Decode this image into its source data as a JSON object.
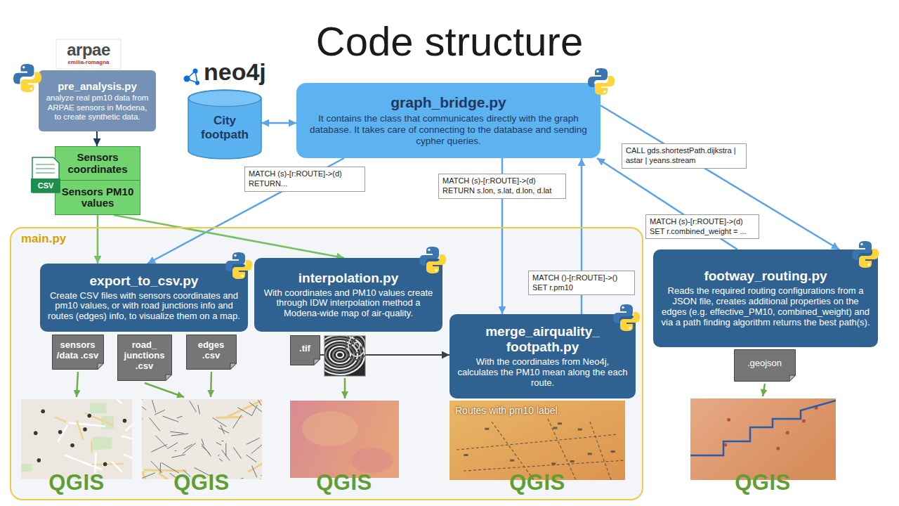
{
  "diagram": {
    "title": "Code structure",
    "nodes": [
      {
        "text": [
          "pre_analysis.py",
          "analyze real pm10 data from ARPAE sensors in Modena, to create synthetic data."
        ]
      },
      {
        "text": [
          "Sensors coordinates"
        ]
      },
      {
        "text": [
          "Sensors PM10 values"
        ]
      },
      {
        "text": [
          "City footpath"
        ]
      },
      {
        "text": [
          "graph_bridge.py",
          "It contains the class that communicates directly with the graph database. It takes care of connecting to the database and sending cypher queries."
        ]
      },
      {
        "text": [
          "main.py"
        ]
      },
      {
        "text": [
          "export_to_csv.py",
          "Create CSV files with sensors coordinates and pm10 values, or with road junctions info and routes (edges) info, to visualize them on a map."
        ],
        "in": 5
      },
      {
        "text": [
          "interpolation.py",
          "With coordinates and PM10 values create through IDW interpolation method a Modena-wide map of air-quality."
        ],
        "in": 5
      },
      {
        "text": [
          "merge_airquality_ footpath.py",
          "With the coordinates from Neo4j, calculates the PM10 mean along the each route."
        ],
        "in": 5
      },
      {
        "text": [
          "footway_routing.py",
          "Reads the required routing configurations from a JSON file, creates additional properties on the edges (e.g. effective_PM10, combined_weight) and via a path finding algorithm returns the best path(s)."
        ]
      },
      {
        "text": [
          "sensors /data .csv"
        ],
        "in": 5
      },
      {
        "text": [
          "road_ junctions .csv"
        ],
        "in": 5
      },
      {
        "text": [
          "edges .csv"
        ],
        "in": 5
      },
      {
        "text": [
          ".tif"
        ],
        "in": 5
      },
      {
        "text": [
          ".geojson"
        ]
      }
    ],
    "edges": [
      {
        "from": 0,
        "to": 1,
        "arrow": "to"
      },
      {
        "from": 3,
        "to": 4,
        "arrow": "both"
      },
      {
        "from": 4,
        "to": 6,
        "label": "MATCH (s)-[r:ROUTE]->(d) RETURN...",
        "arrow": "to"
      },
      {
        "from": 4,
        "to": 8,
        "label": "MATCH (s)-[r:ROUTE]->(d) RETURN s.lon, s.lat, d.lon, d.lat",
        "arrow": "to"
      },
      {
        "from": 8,
        "to": 4,
        "label": "MATCH ()-[r:ROUTE]->() SET r.pm10",
        "arrow": "to"
      },
      {
        "from": 9,
        "to": 4,
        "label": "MATCH (s)-[r:ROUTE]->(d) SET r.combined_weight = ...",
        "arrow": "to"
      },
      {
        "from": 4,
        "to": 9,
        "label": "CALL gds.shortestPath.dijkstra | astar | yeans.stream",
        "arrow": "to"
      },
      {
        "from": 2,
        "to": 6,
        "arrow": "to"
      },
      {
        "from": 2,
        "to": 7,
        "arrow": "to"
      },
      {
        "from": 13,
        "to": 8,
        "arrow": "to"
      }
    ],
    "labels": [
      "arpae",
      "emilia-romagna",
      "neo4j",
      "CSV",
      "Routes with pm10 label.",
      "QGIS",
      "QGIS",
      "QGIS",
      "QGIS",
      "QGIS"
    ]
  }
}
